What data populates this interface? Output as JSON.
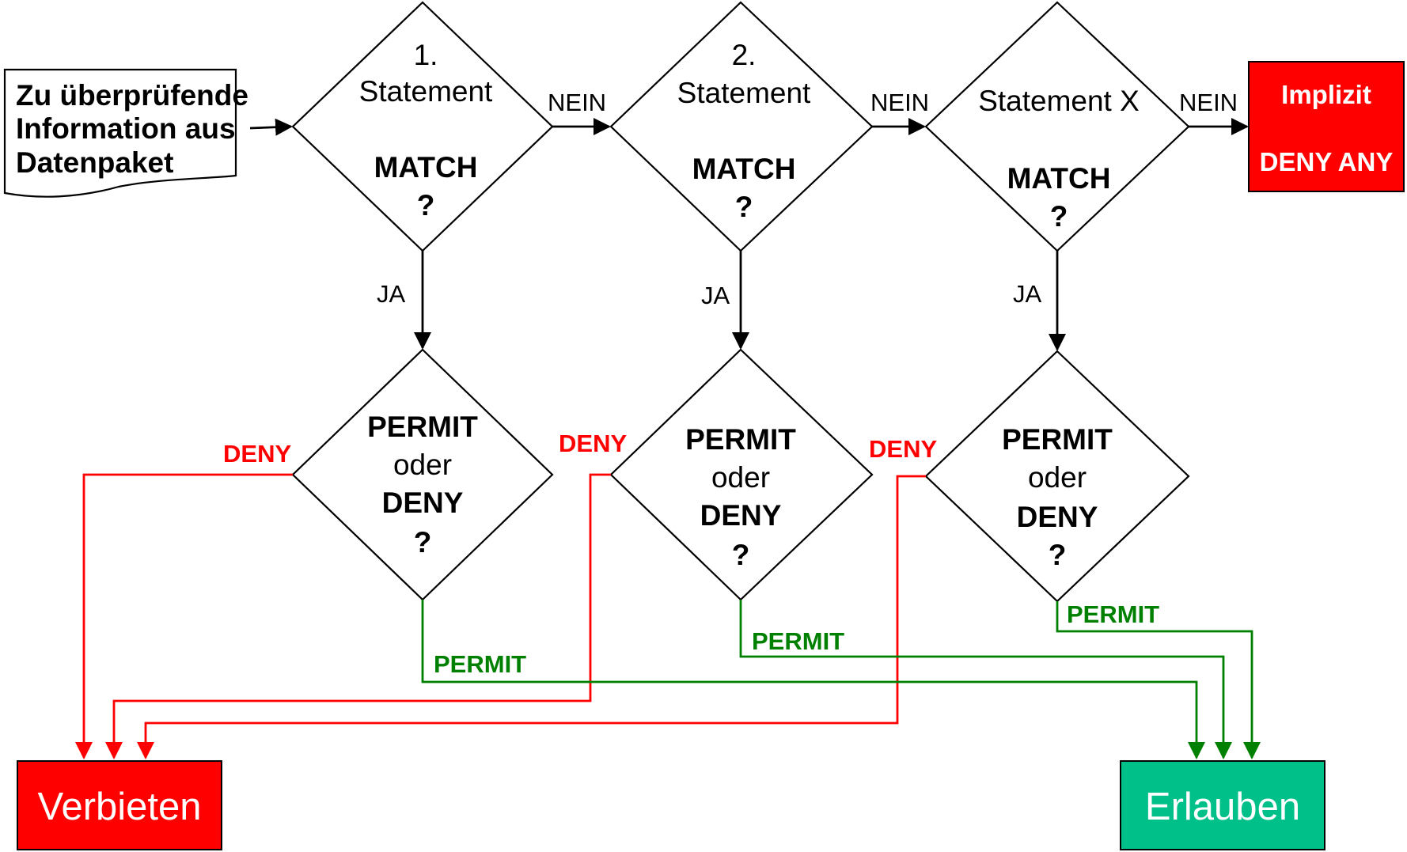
{
  "colors": {
    "deny": "#ff0000",
    "permit": "#008000",
    "deny_box": "#ff0000",
    "permit_box": "#00c08a",
    "outline": "#000000"
  },
  "input": {
    "lines": [
      "Zu überprüfende",
      "Information aus",
      "Datenpaket"
    ]
  },
  "statements": [
    {
      "title_lines": [
        "1.",
        "Statement"
      ],
      "match_label": "MATCH",
      "match_q": "?"
    },
    {
      "title_lines": [
        "2.",
        "Statement"
      ],
      "match_label": "MATCH",
      "match_q": "?"
    },
    {
      "title_lines": [
        "Statement X"
      ],
      "match_label": "MATCH",
      "match_q": "?"
    }
  ],
  "decision": {
    "permit": "PERMIT",
    "oder": "oder",
    "deny": "DENY",
    "q": "?"
  },
  "edge_labels": {
    "no": "NEIN",
    "yes": "JA",
    "deny": "DENY",
    "permit": "PERMIT"
  },
  "implicit_box": {
    "line1": "Implizit",
    "line2": "DENY ANY"
  },
  "outcomes": {
    "deny": "Verbieten",
    "permit": "Erlauben"
  }
}
